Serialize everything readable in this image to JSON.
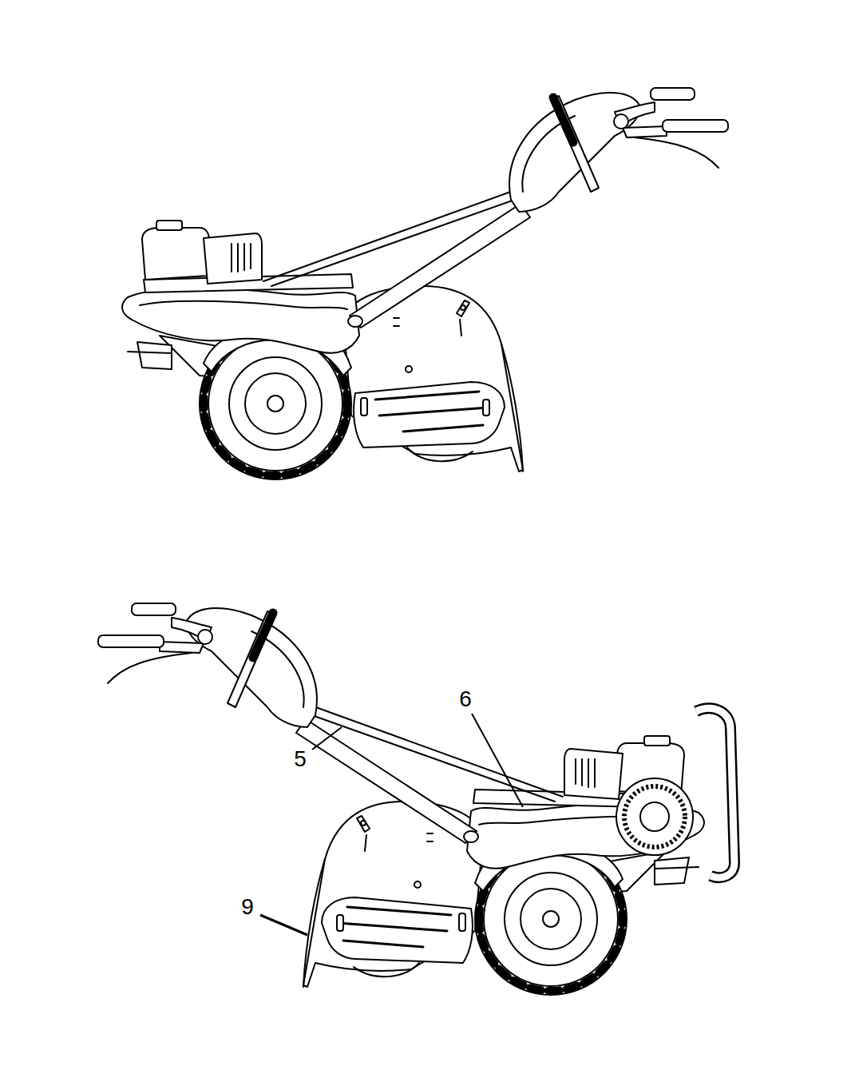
{
  "diagram": {
    "labels": [
      "5",
      "6",
      "9"
    ]
  }
}
